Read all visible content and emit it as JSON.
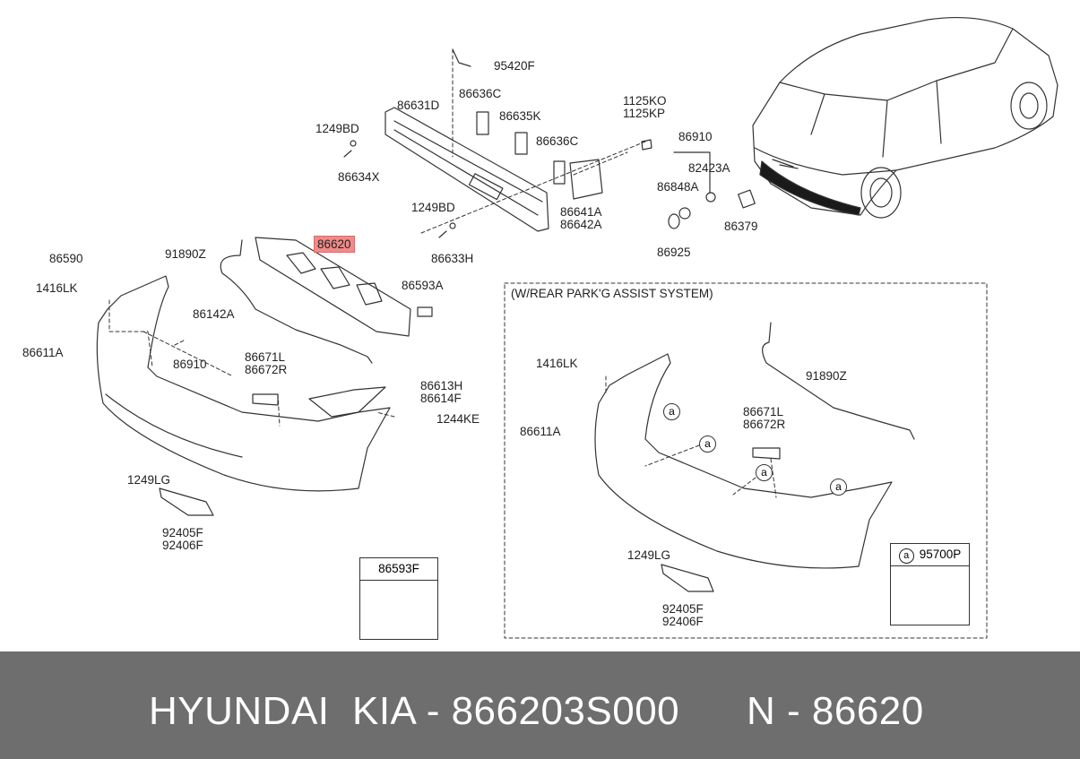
{
  "labels": {
    "p95420F": "95420F",
    "p86631D": "86631D",
    "p86636C_1": "86636C",
    "p86635K": "86635K",
    "p86636C_2": "86636C",
    "p1125KO": "1125KO",
    "p1125KP": "1125KP",
    "p86910_top": "86910",
    "p82423A": "82423A",
    "p86848A": "86848A",
    "p86379": "86379",
    "p86925": "86925",
    "p1249BD_1": "1249BD",
    "p86634X": "86634X",
    "p86641A": "86641A",
    "p86642A": "86642A",
    "p1249BD_2": "1249BD",
    "p86633H": "86633H",
    "p86620": "86620",
    "p91890Z": "91890Z",
    "p86590": "86590",
    "p1416LK": "1416LK",
    "p86142A": "86142A",
    "p86593A": "86593A",
    "p86611A": "86611A",
    "p86910_low": "86910",
    "p86671L": "86671L",
    "p86672R": "86672R",
    "p86613H": "86613H",
    "p86614F": "86614F",
    "p1244KE": "1244KE",
    "p1249LG": "1249LG",
    "p92405F": "92405F",
    "p92406F": "92406F"
  },
  "box_86593F": {
    "title": "86593F"
  },
  "inset": {
    "title": "(W/REAR PARK'G ASSIST SYSTEM)",
    "p1416LK": "1416LK",
    "p91890Z": "91890Z",
    "p86671L": "86671L",
    "p86672R": "86672R",
    "p86611A": "86611A",
    "p1249LG": "1249LG",
    "p92405F": "92405F",
    "p92406F": "92406F",
    "mark": "a",
    "legend_part": "95700P"
  },
  "footer": {
    "brand": "HYUNDAI  KIA - 866203S000",
    "number": "N - 86620"
  }
}
